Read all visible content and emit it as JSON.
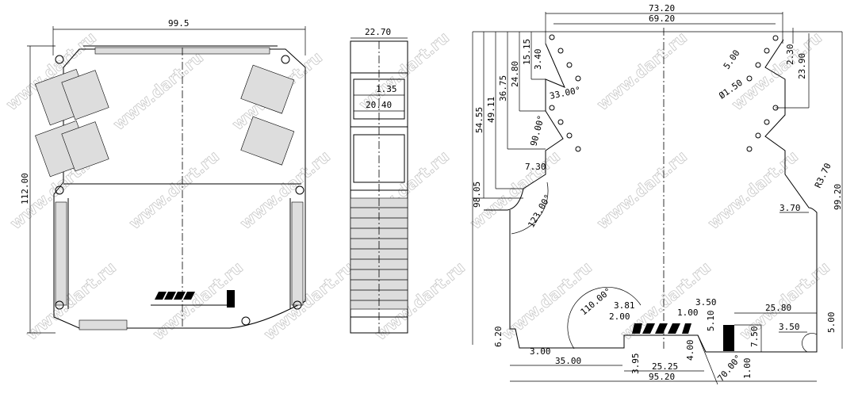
{
  "watermark": "www.dart.ru",
  "front_view": {
    "width": "99.5",
    "height": "112.00"
  },
  "side_view": {
    "width": "22.70",
    "d1": "1.35",
    "d2": "20.40"
  },
  "pcb_view": {
    "top_outer": "73.20",
    "top_inner": "69.20",
    "left_dims": [
      "98.05",
      "54.55",
      "49.11",
      "36.75",
      "24.80",
      "15.15",
      "3.40"
    ],
    "angle_33": "33.00°",
    "angle_90": "90.00°",
    "angle_123": "123.00°",
    "angle_110": "110.00°",
    "angle_70": "70.00°",
    "d_7_30": "7.30",
    "d_5_00": "5.00",
    "d_hole": "Ø1.50",
    "d_2_30": "2.30",
    "d_23_90": "23.90",
    "d_r3_70": "R3.70",
    "d_99_20": "99.20",
    "d_3_70": "3.70",
    "d_3_81": "3.81",
    "d_2_00": "2.00",
    "d_1_00a": "1.00",
    "d_3_50a": "3.50",
    "d_5_10": "5.10",
    "d_25_80": "25.80",
    "d_3_50b": "3.50",
    "d_5_00b": "5.00",
    "d_7_50": "7.50",
    "d_6_20": "6.20",
    "d_3_00": "3.00",
    "d_35_00": "35.00",
    "d_3_95": "3.95",
    "d_25_25": "25.25",
    "d_4_00": "4.00",
    "d_95_20": "95.20",
    "d_1_00b": "1.00"
  }
}
